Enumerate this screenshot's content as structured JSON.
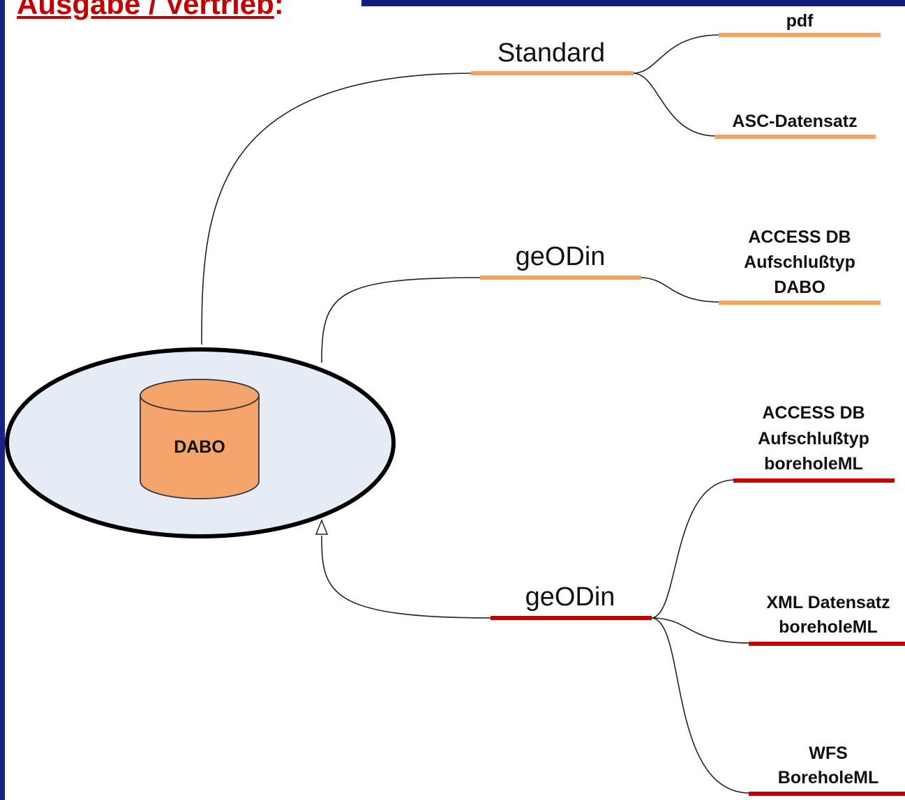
{
  "header": {
    "title": "Ausgabe / Vertrieb",
    "title_suffix": ":"
  },
  "colors": {
    "orange_branch": "#f5a262",
    "red_branch": "#c00000",
    "database": "#f5a56b",
    "ellipse": "#e6ecf6",
    "frame": "#1a1f8c"
  },
  "database": {
    "label": "DABO"
  },
  "branches": [
    {
      "label": "Standard",
      "color": "orange",
      "leaves": [
        {
          "lines": [
            "pdf"
          ]
        },
        {
          "lines": [
            "ASC-Datensatz"
          ]
        }
      ]
    },
    {
      "label": "geODin",
      "color": "orange",
      "leaves": [
        {
          "lines": [
            "ACCESS DB",
            "Aufschlußtyp",
            "DABO"
          ]
        }
      ]
    },
    {
      "label": "geODin",
      "color": "red",
      "leaves": [
        {
          "lines": [
            "ACCESS DB",
            "Aufschlußtyp",
            "boreholeML"
          ]
        },
        {
          "lines": [
            "XML Datensatz",
            "boreholeML"
          ]
        },
        {
          "lines": [
            "WFS",
            "BoreholeML"
          ]
        }
      ]
    }
  ]
}
